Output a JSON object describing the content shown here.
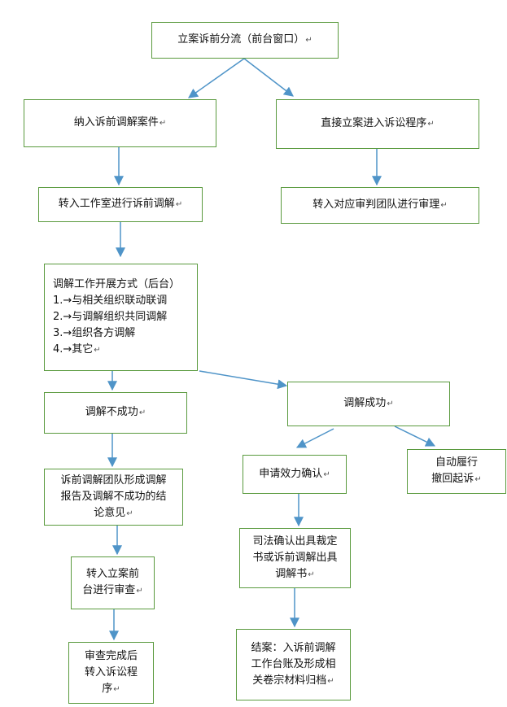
{
  "paragraph_mark": "↵",
  "nodes": {
    "intake": {
      "lines": [
        "立案诉前分流（前台窗口）"
      ]
    },
    "pre_mediation": {
      "lines": [
        "纳入诉前调解案件"
      ]
    },
    "direct_filing": {
      "lines": [
        "直接立案进入诉讼程序"
      ]
    },
    "to_studio": {
      "lines": [
        "转入工作室进行诉前调解"
      ]
    },
    "to_trial_team": {
      "lines": [
        "转入对应审判团队进行审理"
      ]
    },
    "methods": {
      "lines": [
        "调解工作开展方式（后台）",
        "1.→与相关组织联动联调",
        "2.→与调解组织共同调解",
        "3.→组织各方调解",
        "4.→其它"
      ]
    },
    "failure": {
      "lines": [
        "调解不成功"
      ]
    },
    "success": {
      "lines": [
        "调解成功"
      ]
    },
    "failure_report": {
      "lines": [
        "诉前调解团队形成调解",
        "报告及调解不成功的结",
        "论意见"
      ]
    },
    "apply_confirm": {
      "lines": [
        "申请效力确认"
      ]
    },
    "auto_perform": {
      "lines": [
        "自动履行",
        "撤回起诉"
      ]
    },
    "to_front_review": {
      "lines": [
        "转入立案前",
        "台进行审查"
      ]
    },
    "judicial_confirm": {
      "lines": [
        "司法确认出具裁定",
        "书或诉前调解出具",
        "调解书"
      ]
    },
    "review_done": {
      "lines": [
        "审查完成后",
        "转入诉讼程",
        "序"
      ]
    },
    "closing": {
      "lines": [
        "结案：入诉前调解",
        "工作台账及形成相",
        "关卷宗材料归档"
      ]
    }
  },
  "colors": {
    "box_border": "#5a9a3e",
    "arrow": "#4f94c8"
  }
}
